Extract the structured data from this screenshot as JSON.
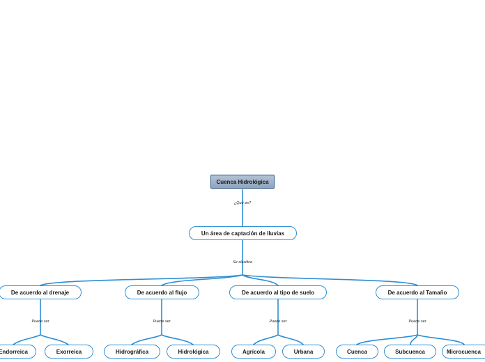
{
  "root": "Cuenca Hidrológica",
  "link_root": "¿Qué es?",
  "definition": "Un área de captación de lluvias",
  "link_definition": "Se clasifica",
  "link_category": "Puede ser",
  "categories": [
    {
      "label": "De acuerdo al drenaje",
      "children": [
        "Endorreica",
        "Exorreica"
      ]
    },
    {
      "label": "De acuerdo al flujo",
      "children": [
        "Hidrográfica",
        "Hidrológica"
      ]
    },
    {
      "label": "De acuerdo al tipo de suelo",
      "children": [
        "Agrícola",
        "Urbana"
      ]
    },
    {
      "label": "De acuerdo al Tamaño",
      "children": [
        "Cuenca",
        "Subcuenca",
        "Microcuenca"
      ]
    }
  ],
  "colors": {
    "link": "#2d8fd5",
    "root_fill": "#9fb3ca",
    "node_border": "#2d8fd5"
  }
}
